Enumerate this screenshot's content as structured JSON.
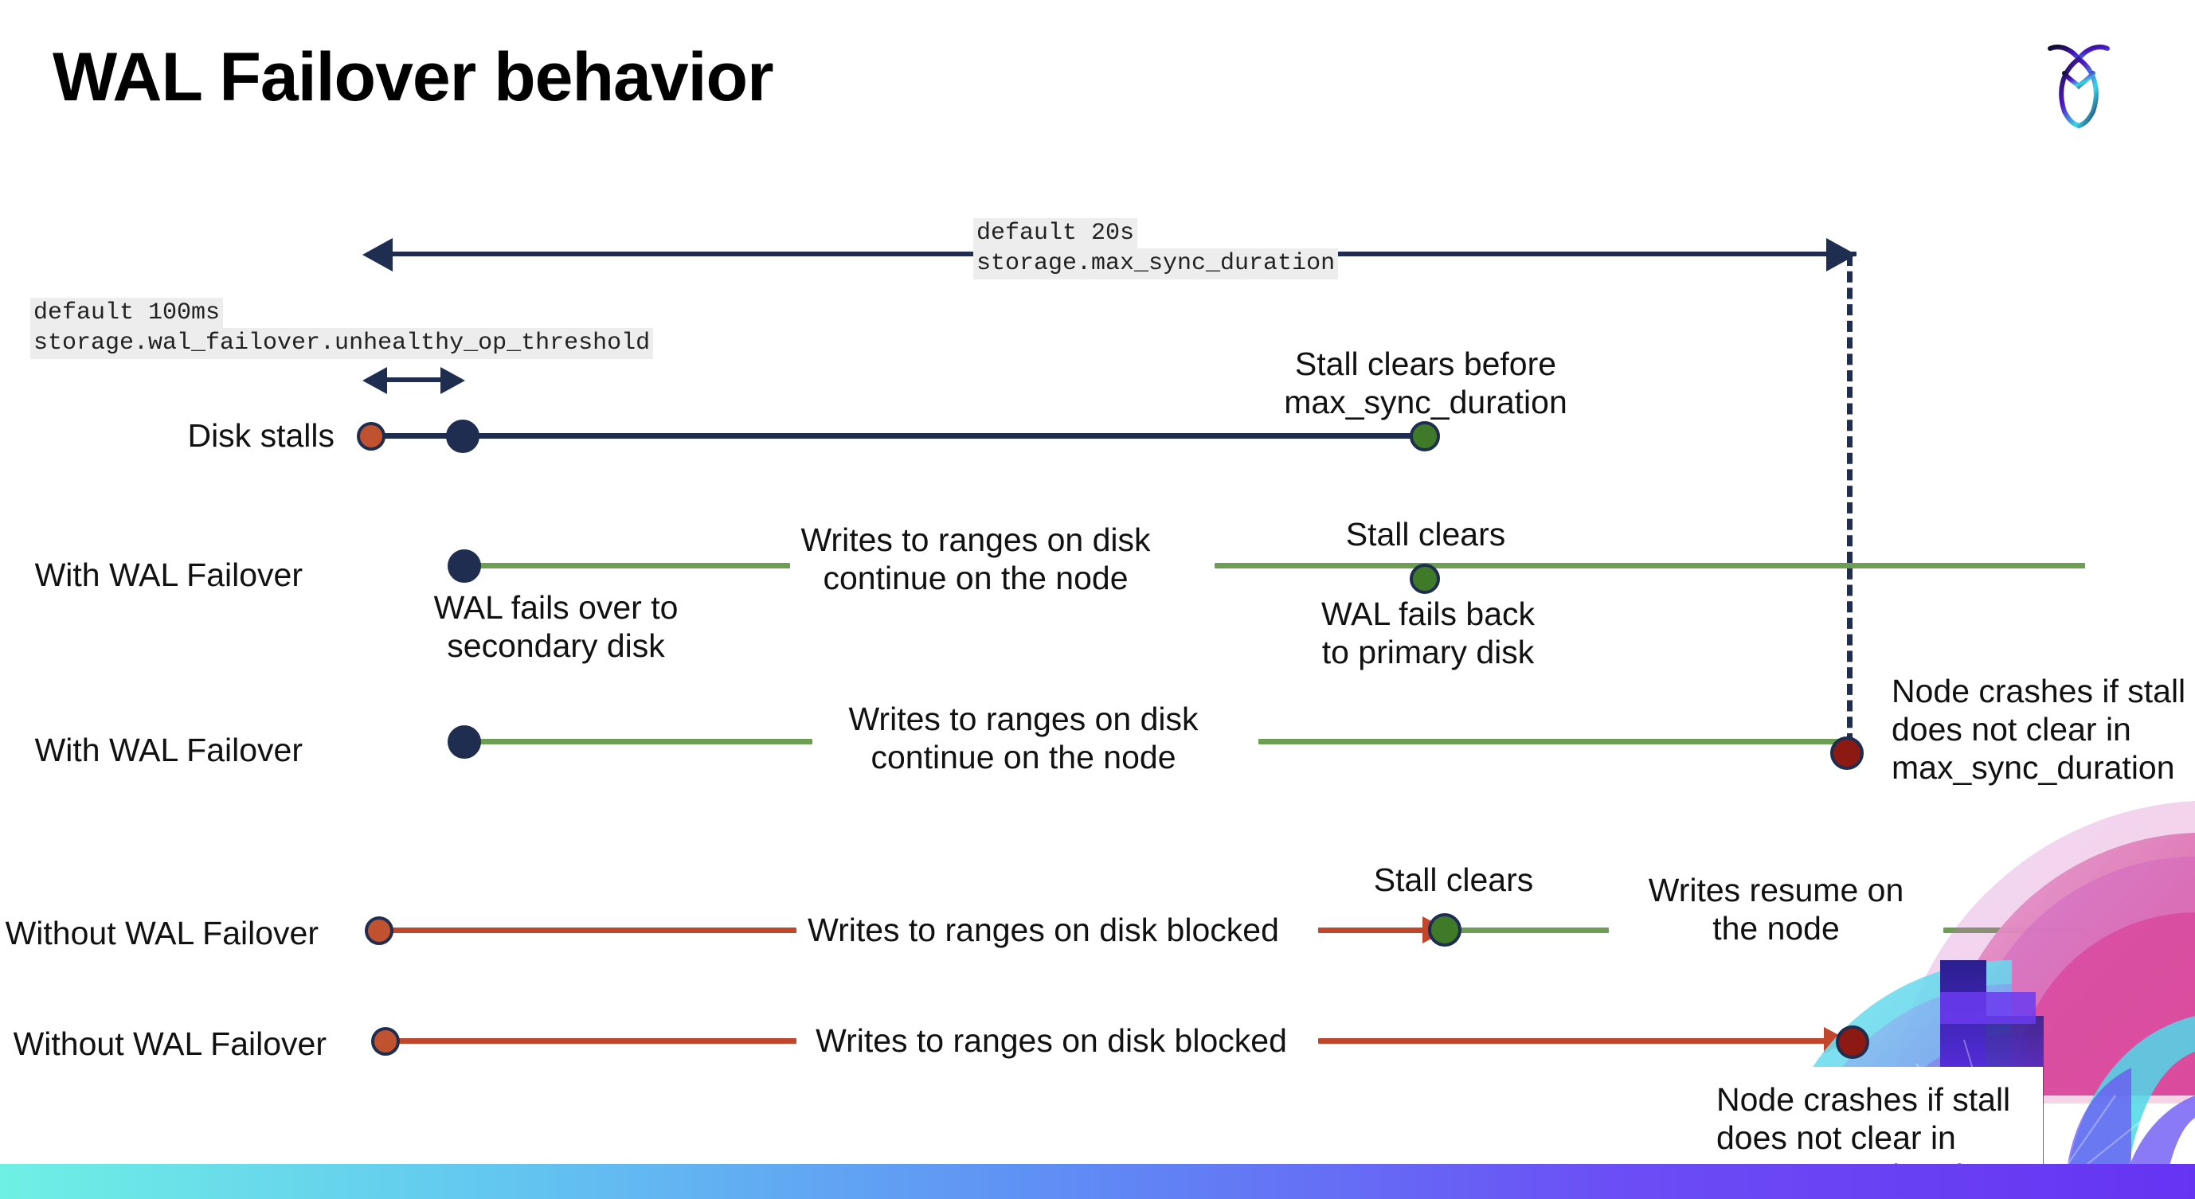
{
  "slide": {
    "title": "WAL Failover behavior",
    "logo_name": "cockroachdb-logo"
  },
  "settings": {
    "max_sync_duration": {
      "default_label": "default 20s",
      "setting_name": "storage.max_sync_duration"
    },
    "unhealthy_op_threshold": {
      "default_label": "default 100ms",
      "setting_name": "storage.wal_failover.unhealthy_op_threshold"
    }
  },
  "rows": [
    {
      "label": "Disk stalls",
      "annotation_right": "Stall clears before\nmax_sync_duration"
    },
    {
      "label": "With WAL Failover",
      "annotation_start": "WAL fails over to\nsecondary disk",
      "annotation_mid": "Writes to ranges on disk\ncontinue on the node",
      "annotation_clear": "Stall clears",
      "annotation_end": "WAL fails  back\nto primary disk"
    },
    {
      "label": "With WAL Failover",
      "annotation_mid": "Writes to ranges on disk\ncontinue on the node",
      "annotation_crash": "Node crashes if stall\ndoes not clear in\nmax_sync_duration"
    },
    {
      "label": "Without WAL Failover",
      "annotation_mid": "Writes to ranges on disk  blocked",
      "annotation_clear": "Stall clears",
      "annotation_resume": "Writes resume on\nthe node"
    },
    {
      "label": "Without WAL Failover",
      "annotation_mid": "Writes to ranges on disk  blocked",
      "annotation_crash": "Node crashes if stall\ndoes not clear in\nmax_sync_duration"
    }
  ],
  "colors": {
    "navy": "#1e2d50",
    "green_line": "#6d9e54",
    "green_dot": "#3f7a28",
    "red_line": "#c1472c",
    "orange_dot": "#c1522f",
    "dark_red_dot": "#8d1a12",
    "code_chip_bg": "#ededed",
    "bottom_bar_gradient_start": "#6ef0e4",
    "bottom_bar_gradient_end": "#6633f2"
  }
}
